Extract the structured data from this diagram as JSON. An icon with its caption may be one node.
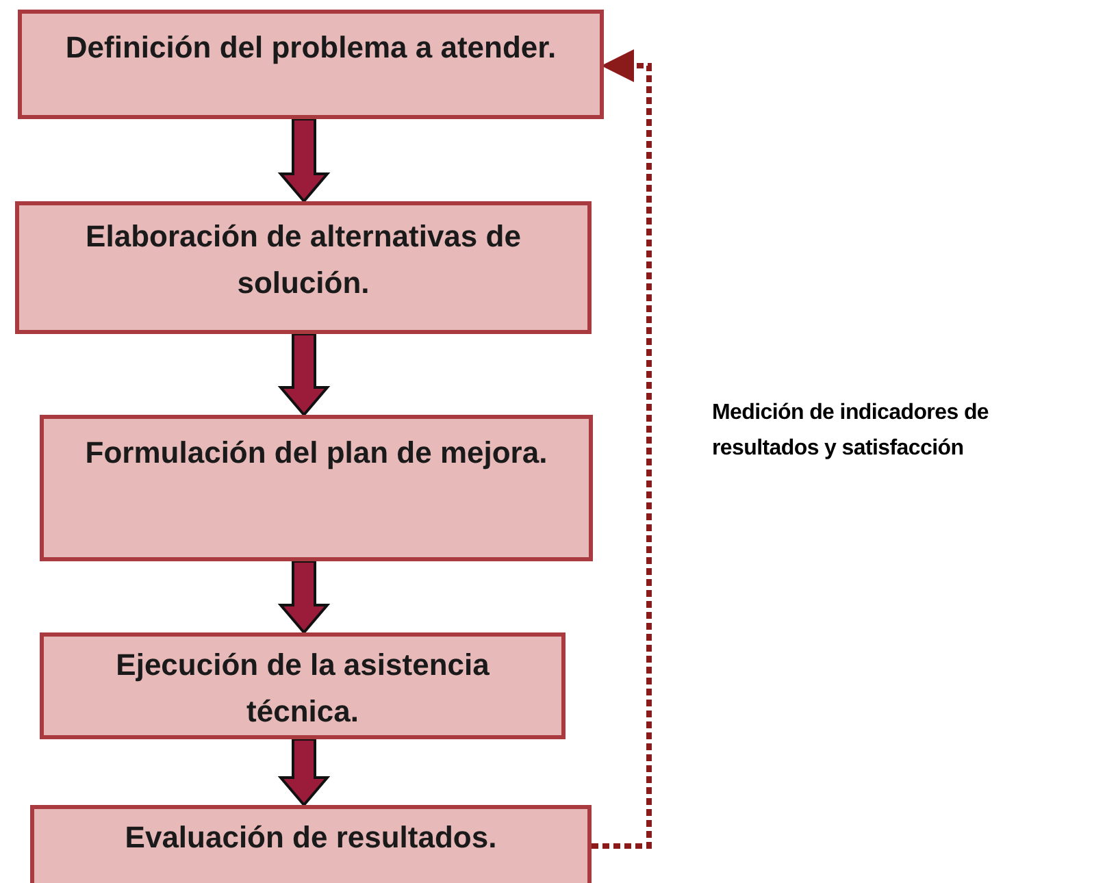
{
  "diagram": {
    "nodes": [
      {
        "text": [
          "Definición del problema a atender."
        ]
      },
      {
        "text": [
          "Elaboración de alternativas de solución."
        ]
      },
      {
        "text": [
          "Formulación del plan de mejora."
        ]
      },
      {
        "text": [
          "Ejecución de la asistencia técnica."
        ]
      },
      {
        "text": [
          "Evaluación de resultados."
        ]
      }
    ],
    "edges": [
      {
        "from": 0,
        "to": 1,
        "arrow": "to"
      },
      {
        "from": 1,
        "to": 2,
        "arrow": "to"
      },
      {
        "from": 2,
        "to": 3,
        "arrow": "to"
      },
      {
        "from": 3,
        "to": 4,
        "arrow": "to"
      },
      {
        "from": 4,
        "to": 0,
        "arrow": "to",
        "style": "dashed",
        "label": "Medición de indicadores de resultados y satisfacción"
      }
    ]
  }
}
